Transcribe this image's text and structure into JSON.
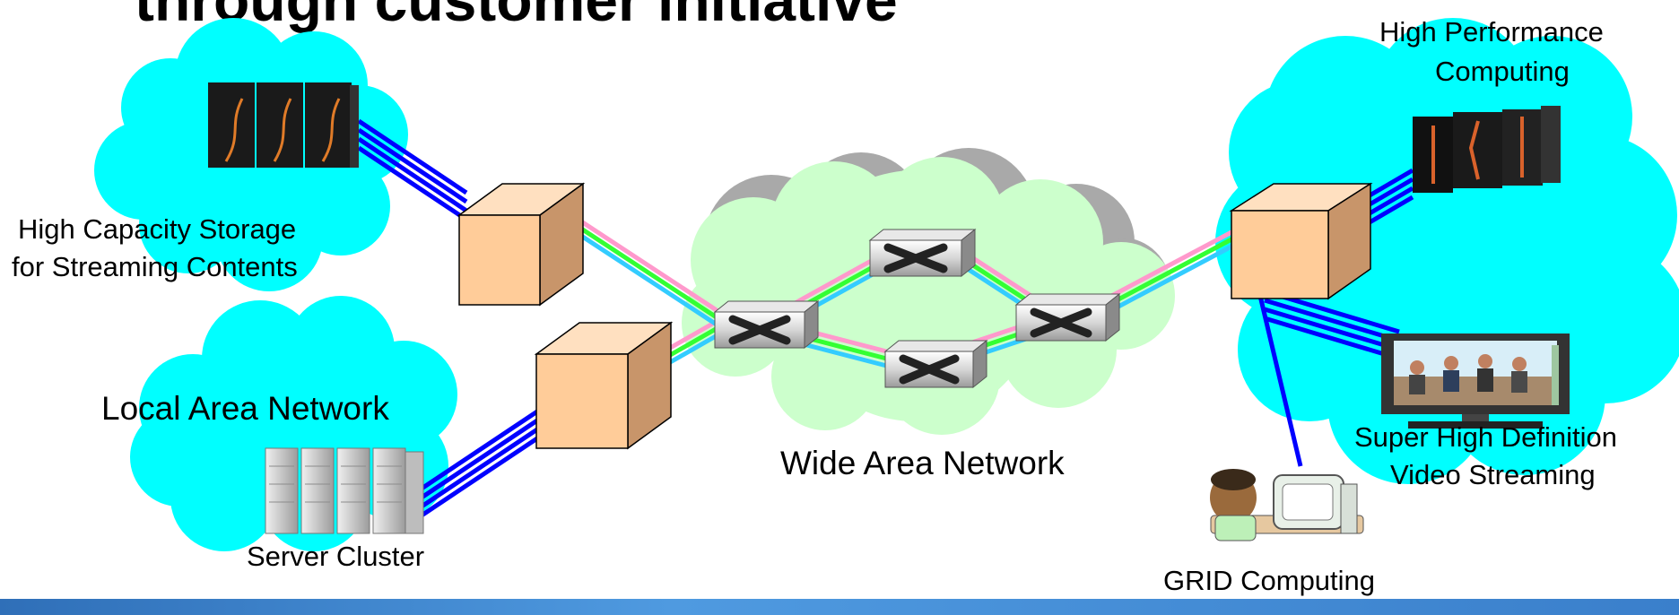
{
  "title": "through customer initiative",
  "labels": {
    "storage_line1": "High Capacity Storage",
    "storage_line2": "for Streaming Contents",
    "lan": "Local Area Network",
    "server_cluster": "Server Cluster",
    "wan": "Wide Area Network",
    "hpc_line1": "High Performance",
    "hpc_line2": "Computing",
    "video_line1": "Super High Definition",
    "video_line2": "Video Streaming",
    "grid": "GRID Computing"
  },
  "colors": {
    "cloud_cyan": "#00ffff",
    "cloud_green": "#ccffcc",
    "node_box": "#ffcc99",
    "link_blue": "#0000ff",
    "wavelength_pink": "#ff99cc",
    "wavelength_green": "#33ff33",
    "wavelength_cyan": "#33ccff",
    "footer_blue": "#3a7fcb"
  }
}
